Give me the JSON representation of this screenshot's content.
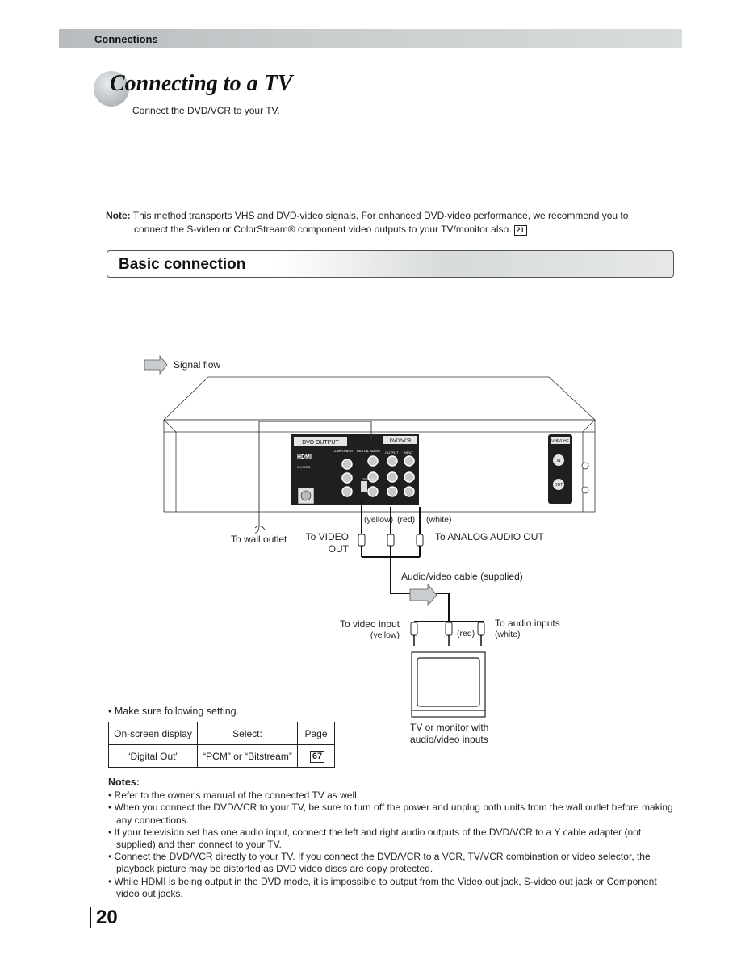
{
  "header": {
    "section": "Connections"
  },
  "title": {
    "main": "Connecting to a TV",
    "subtitle": "Connect the DVD/VCR to your TV."
  },
  "note": {
    "label": "Note:",
    "line1": "This method transports VHS and DVD-video signals. For enhanced DVD-video performance, we recommend you to",
    "line2": "connect the S-video or ColorStream® component video outputs to your TV/monitor also.",
    "ref": "21"
  },
  "section": {
    "title": "Basic connection"
  },
  "diagram": {
    "signal_flow": "Signal flow",
    "wall_outlet": "To wall outlet",
    "video_out_1": "To VIDEO",
    "video_out_2": "OUT",
    "yellow": "(yellow)",
    "red": "(red)",
    "white": "(white)",
    "analog_audio": "To ANALOG AUDIO OUT",
    "cable": "Audio/video cable (supplied)",
    "video_input": "To video input",
    "video_input_color": "(yellow)",
    "red2": "(red)",
    "audio_inputs": "To audio inputs",
    "audio_inputs_color": "(white)",
    "tv_label_1": "TV or monitor with",
    "tv_label_2": "audio/video inputs",
    "panel": {
      "dvd_output": "DVD OUTPUT",
      "dvd_vcr": "DVD/VCR",
      "hdmi": "HDMI",
      "component": "COMPONENT",
      "digital_audio": "DIGITAL AUDIO",
      "s_video": "S-VIDEO",
      "output": "OUTPUT",
      "input": "INPUT",
      "optical": "OPTICAL",
      "vhf_uhf": "VHF/UHF",
      "in": "IN",
      "out": "OUT"
    }
  },
  "setting": {
    "bullet": "Make sure following setting.",
    "headers": [
      "On-screen display",
      "Select:",
      "Page"
    ],
    "row": [
      "“Digital Out”",
      "“PCM” or “Bitstream”",
      "67"
    ]
  },
  "notes": {
    "heading": "Notes:",
    "items": [
      "Refer to the owner's manual of the connected TV as well.",
      "When you connect the DVD/VCR to your TV, be sure to turn off the power and unplug both units from the wall outlet before making any connections.",
      "If your television set has one audio input, connect the left and right audio outputs of the DVD/VCR to a Y cable adapter (not supplied) and then connect to your TV.",
      "Connect the DVD/VCR directly to your TV. If you connect the DVD/VCR to a VCR, TV/VCR combination or video selector, the playback picture may be distorted as DVD video discs are copy protected.",
      "While HDMI is being output in the DVD mode, it is impossible to output from the Video out jack, S-video out jack or Component video out jacks."
    ]
  },
  "page_number": "20"
}
